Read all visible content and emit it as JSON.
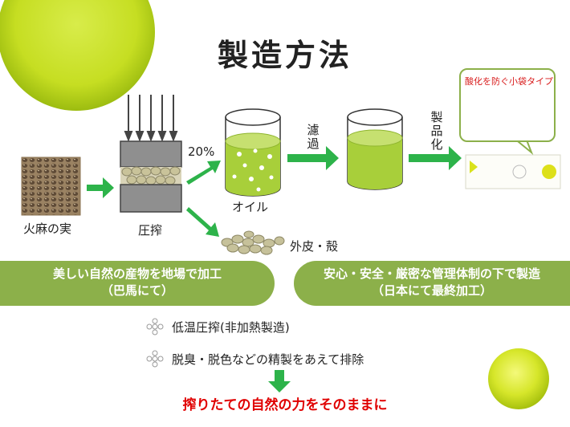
{
  "title": "製造方法",
  "steps": {
    "seeds_label": "火麻の実",
    "press_label": "圧搾",
    "yield_percent": "20%",
    "oil_label": "オイル",
    "filter_label": [
      "濾",
      "過"
    ],
    "productize_label": [
      "製",
      "品",
      "化"
    ],
    "husk_label": "外皮・殻"
  },
  "callout": {
    "text": "酸化を防ぐ小袋タイプ"
  },
  "bands": {
    "left": {
      "line1": "美しい自然の産物を地場で加工",
      "line2": "（巴馬にて）"
    },
    "right": {
      "line1": "安心・安全・厳密な管理体制の下で製造",
      "line2": "（日本にて最終加工）"
    }
  },
  "bullets": [
    "低温圧搾(非加熱製造)",
    "脱臭・脱色などの精製をあえて排除"
  ],
  "conclusion": "搾りたての自然の力をそのままに",
  "colors": {
    "accent_green": "#8cb04a",
    "arrow_green": "#2db34a",
    "oil_green": "#a8cf3a",
    "conclusion_red": "#e00000"
  }
}
